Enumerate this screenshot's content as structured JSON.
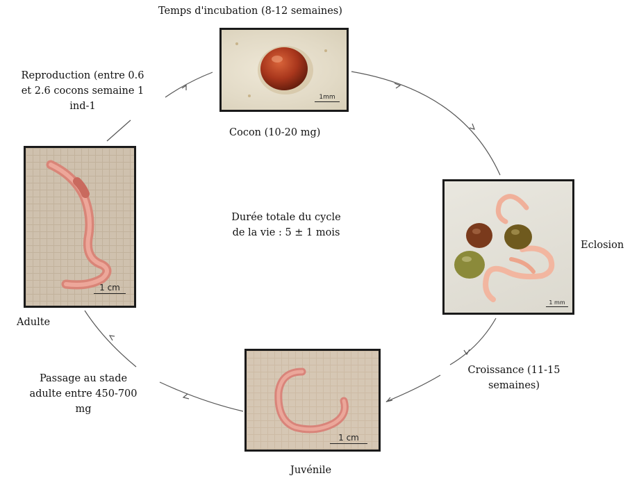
{
  "stages": {
    "incubation": "Temps d'incubation (8-12 semaines)",
    "cocon": "Cocon (10-20 mg)",
    "eclosion": "Eclosion",
    "croissance_l1": "Croissance (11-15",
    "croissance_l2": "semaines)",
    "juvenile": "Juvénile",
    "passage_l1": "Passage au stade",
    "passage_l2": "adulte entre 450-700",
    "passage_l3": "mg",
    "adulte": "Adulte",
    "repro_l1": "Reproduction (entre 0.6",
    "repro_l2": "et 2.6 cocons semaine 1",
    "repro_l3": "ind-1"
  },
  "center_text": {
    "line1": "Durée totale du cycle",
    "line2": "de la vie : 5 ± 1 mois"
  },
  "scale_bars": {
    "cocon": "1mm",
    "eclosion": "1 mm",
    "juvenile": "1 cm",
    "adulte": "1 cm"
  }
}
